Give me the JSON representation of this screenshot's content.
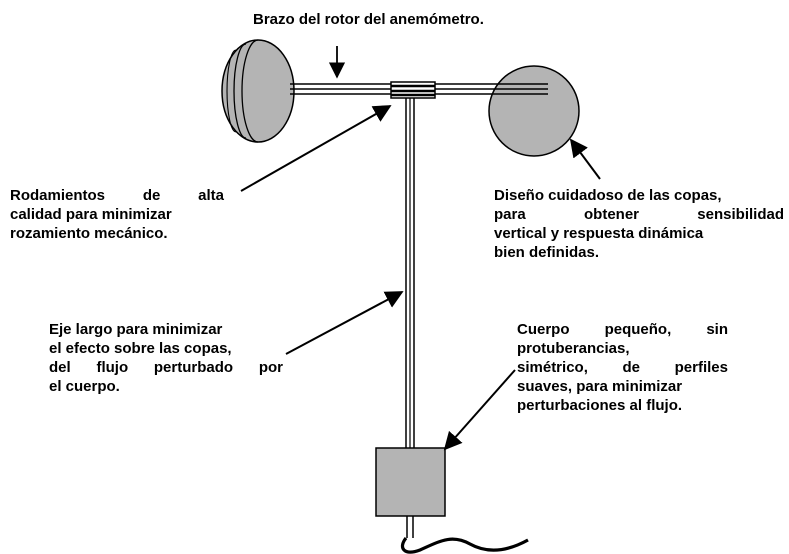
{
  "labels": {
    "rotor_arm": "Brazo del rotor del anemómetro.",
    "bearings": [
      "Rodamientos de alta",
      "calidad para minimizar",
      "rozamiento mecánico."
    ],
    "cups": [
      "Diseño cuidadoso de las copas,",
      "para obtener sensibilidad",
      "vertical y respuesta dinámica",
      "bien definidas."
    ],
    "shaft": [
      "Eje largo para minimizar",
      "el efecto sobre las copas,",
      "del flujo perturbado por",
      "el cuerpo."
    ],
    "body": [
      "Cuerpo pequeño, sin",
      "protuberancias,",
      "simétrico, de perfiles",
      "suaves, para minimizar",
      "perturbaciones al flujo."
    ]
  },
  "colors": {
    "cup_fill": "#b4b4b4",
    "body_fill": "#b4b4b4",
    "stroke": "#000000",
    "background": "#ffffff"
  }
}
